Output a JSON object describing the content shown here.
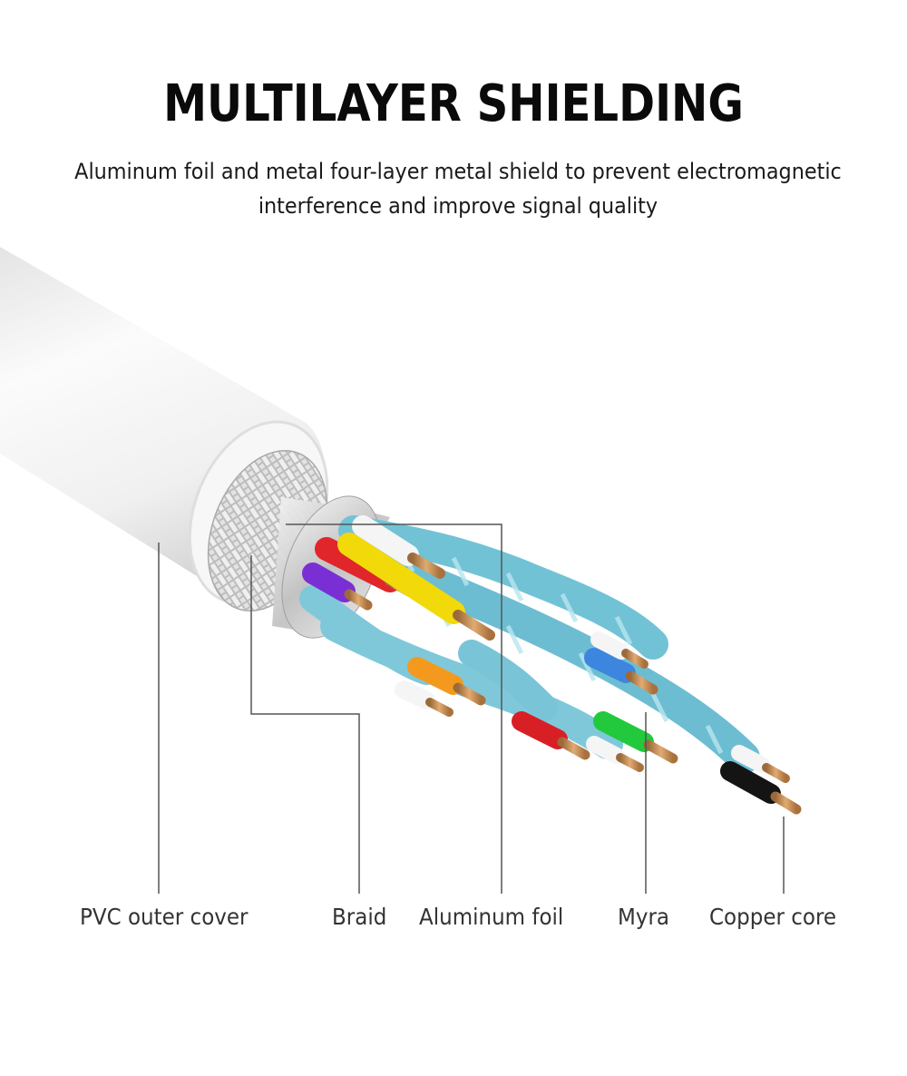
{
  "title": "MULTILAYER SHIELDING",
  "subtitle": {
    "line1": "Aluminum foil and metal four-layer metal shield to prevent electromagnetic",
    "line2": "interference and improve signal quality"
  },
  "labels": {
    "pvc": "PVC outer cover",
    "braid": "Braid",
    "foil": "Aluminum foil",
    "myra": "Myra",
    "copper": "Copper core"
  },
  "colors": {
    "jacket": "#f2f2f2",
    "braid": "#c9c9c9",
    "foil": "#d9d9d9",
    "pair_jacket": "#7fc8da",
    "copper": "#c8905a",
    "leader_line": "#555555"
  },
  "wires": [
    "red",
    "yellow",
    "purple",
    "white",
    "orange",
    "blue",
    "green",
    "black"
  ]
}
